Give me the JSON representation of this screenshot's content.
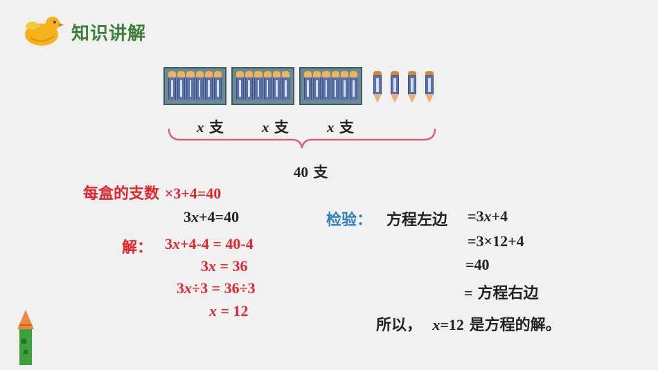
{
  "header": {
    "title": "知识讲解"
  },
  "figure": {
    "box_labels": [
      {
        "var": "x",
        "unit": "支"
      },
      {
        "var": "x",
        "unit": "支"
      },
      {
        "var": "x",
        "unit": "支"
      }
    ],
    "total_num": "40",
    "total_unit": "支"
  },
  "equation": {
    "word_part": "每盒的支数",
    "rest_part": "×3+4=40",
    "line": {
      "a": "3",
      "x": "x",
      "b": "+4=40"
    }
  },
  "solution": {
    "label": "解：",
    "steps": [
      {
        "a": "3",
        "x": "x",
        "b": "+4-4 = 40-4"
      },
      {
        "a": "3",
        "x": "x",
        "b": " = 36"
      },
      {
        "a": "3",
        "x": "x",
        "b": "÷3  =  36÷3"
      },
      {
        "a": "",
        "x": "x",
        "b": " = 12"
      }
    ]
  },
  "check": {
    "label": "检验：",
    "left_text": "方程左边",
    "lines": [
      {
        "a": "=3",
        "x": "x",
        "b": "+4"
      },
      {
        "text": "=3×12+4"
      },
      {
        "text": "=40"
      }
    ],
    "right_eq": "=",
    "right_text": "方程右边"
  },
  "conclusion": {
    "prefix": "所以，",
    "x": "x",
    "value": "=12",
    "suffix": "是方程的解。"
  },
  "colors": {
    "title": "#3f7d3a",
    "red": "#e8232a",
    "blue": "#2f7fc1",
    "brace": "#d9607a"
  }
}
